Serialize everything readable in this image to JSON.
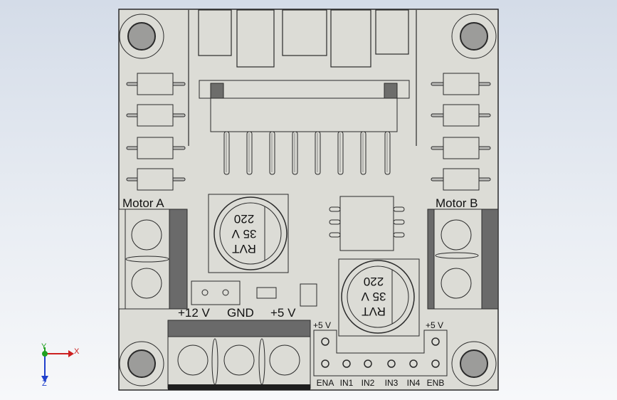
{
  "board": {
    "motor_a_label": "Motor A",
    "motor_b_label": "Motor B",
    "power_labels": {
      "v12": "+12 V",
      "gnd": "GND",
      "v5": "+5 V"
    },
    "header_label_left": "+5 V",
    "header_label_right": "+5 V",
    "pin_labels": [
      "ENA",
      "IN1",
      "IN2",
      "IN3",
      "IN4",
      "ENB"
    ]
  },
  "capacitors": [
    {
      "line1": "RVT",
      "line2": "35 V",
      "line3": "220"
    },
    {
      "line1": "RVT",
      "line2": "35 V",
      "line3": "220"
    }
  ],
  "triad": {
    "x_label": "X",
    "y_label": "Y",
    "z_label": "Z"
  },
  "colors": {
    "pcb": "#dcdcd6",
    "outline": "#2a2a2a",
    "terminal_dark": "#6a6a6a",
    "axis_x": "#cc2020",
    "axis_y": "#20a020",
    "axis_z": "#2040cc"
  }
}
